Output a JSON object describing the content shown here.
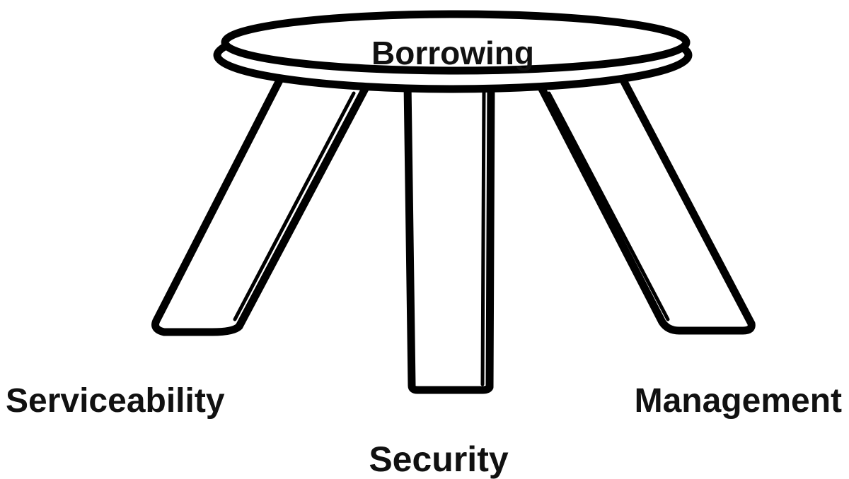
{
  "diagram": {
    "seat_label": "Borrowing",
    "legs": [
      {
        "label": "Serviceability"
      },
      {
        "label": "Security"
      },
      {
        "label": "Management"
      }
    ]
  }
}
